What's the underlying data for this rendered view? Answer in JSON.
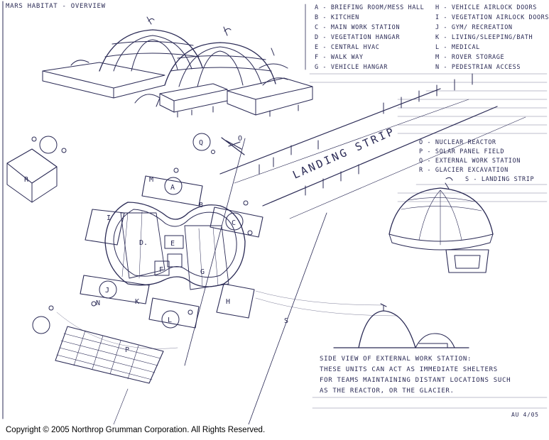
{
  "title": "MARS HABITAT - OVERVIEW",
  "legend_left": [
    "A - BRIEFING ROOM/MESS HALL",
    "B - KITCHEN",
    "C - MAIN WORK STATION",
    "D - VEGETATION HANGAR",
    "E - CENTRAL HVAC",
    "F - WALK WAY",
    "G - VEHICLE HANGAR"
  ],
  "legend_right": [
    "H - VEHICLE AIRLOCK DOORS",
    "I - VEGETATION AIRLOCK DOORS",
    "J - GYM/ RECREATION",
    "K - LIVING/SLEEPING/BATH",
    "L - MEDICAL",
    "M - ROVER STORAGE",
    "N - PEDESTRIAN ACCESS"
  ],
  "legend_site": [
    "O - NUCLEAR REACTOR",
    "P - SOLAR PANEL FIELD",
    "Q - EXTERNAL WORK STATION",
    "R - GLACIER EXCAVATION",
    "S - LANDING STRIP"
  ],
  "landing_strip_label": "LANDING STRIP",
  "side_view_note": [
    "SIDE VIEW OF EXTERNAL WORK STATION:",
    "THESE UNITS CAN ACT AS IMMEDIATE SHELTERS",
    "FOR TEAMS MAINTAINING DISTANT LOCATIONS SUCH",
    "AS THE REACTOR, OR THE GLACIER."
  ],
  "signature": "AU 4/05",
  "copyright": "Copyright © 2005 Northrop Grumman Corporation.  All Rights Reserved.",
  "plan_labels": {
    "A": "A",
    "B": "B",
    "C": "C",
    "D": "D.",
    "E": "E",
    "F": "F",
    "G": "G",
    "H": "H",
    "I": "I",
    "J": "J",
    "K": "K",
    "L": "L",
    "M": "M",
    "N": "N",
    "O": "O",
    "P": "P",
    "Q": "Q",
    "R": "R",
    "S": "S"
  },
  "colors": {
    "ink": "#2a2a55",
    "paper": "#ffffff"
  }
}
